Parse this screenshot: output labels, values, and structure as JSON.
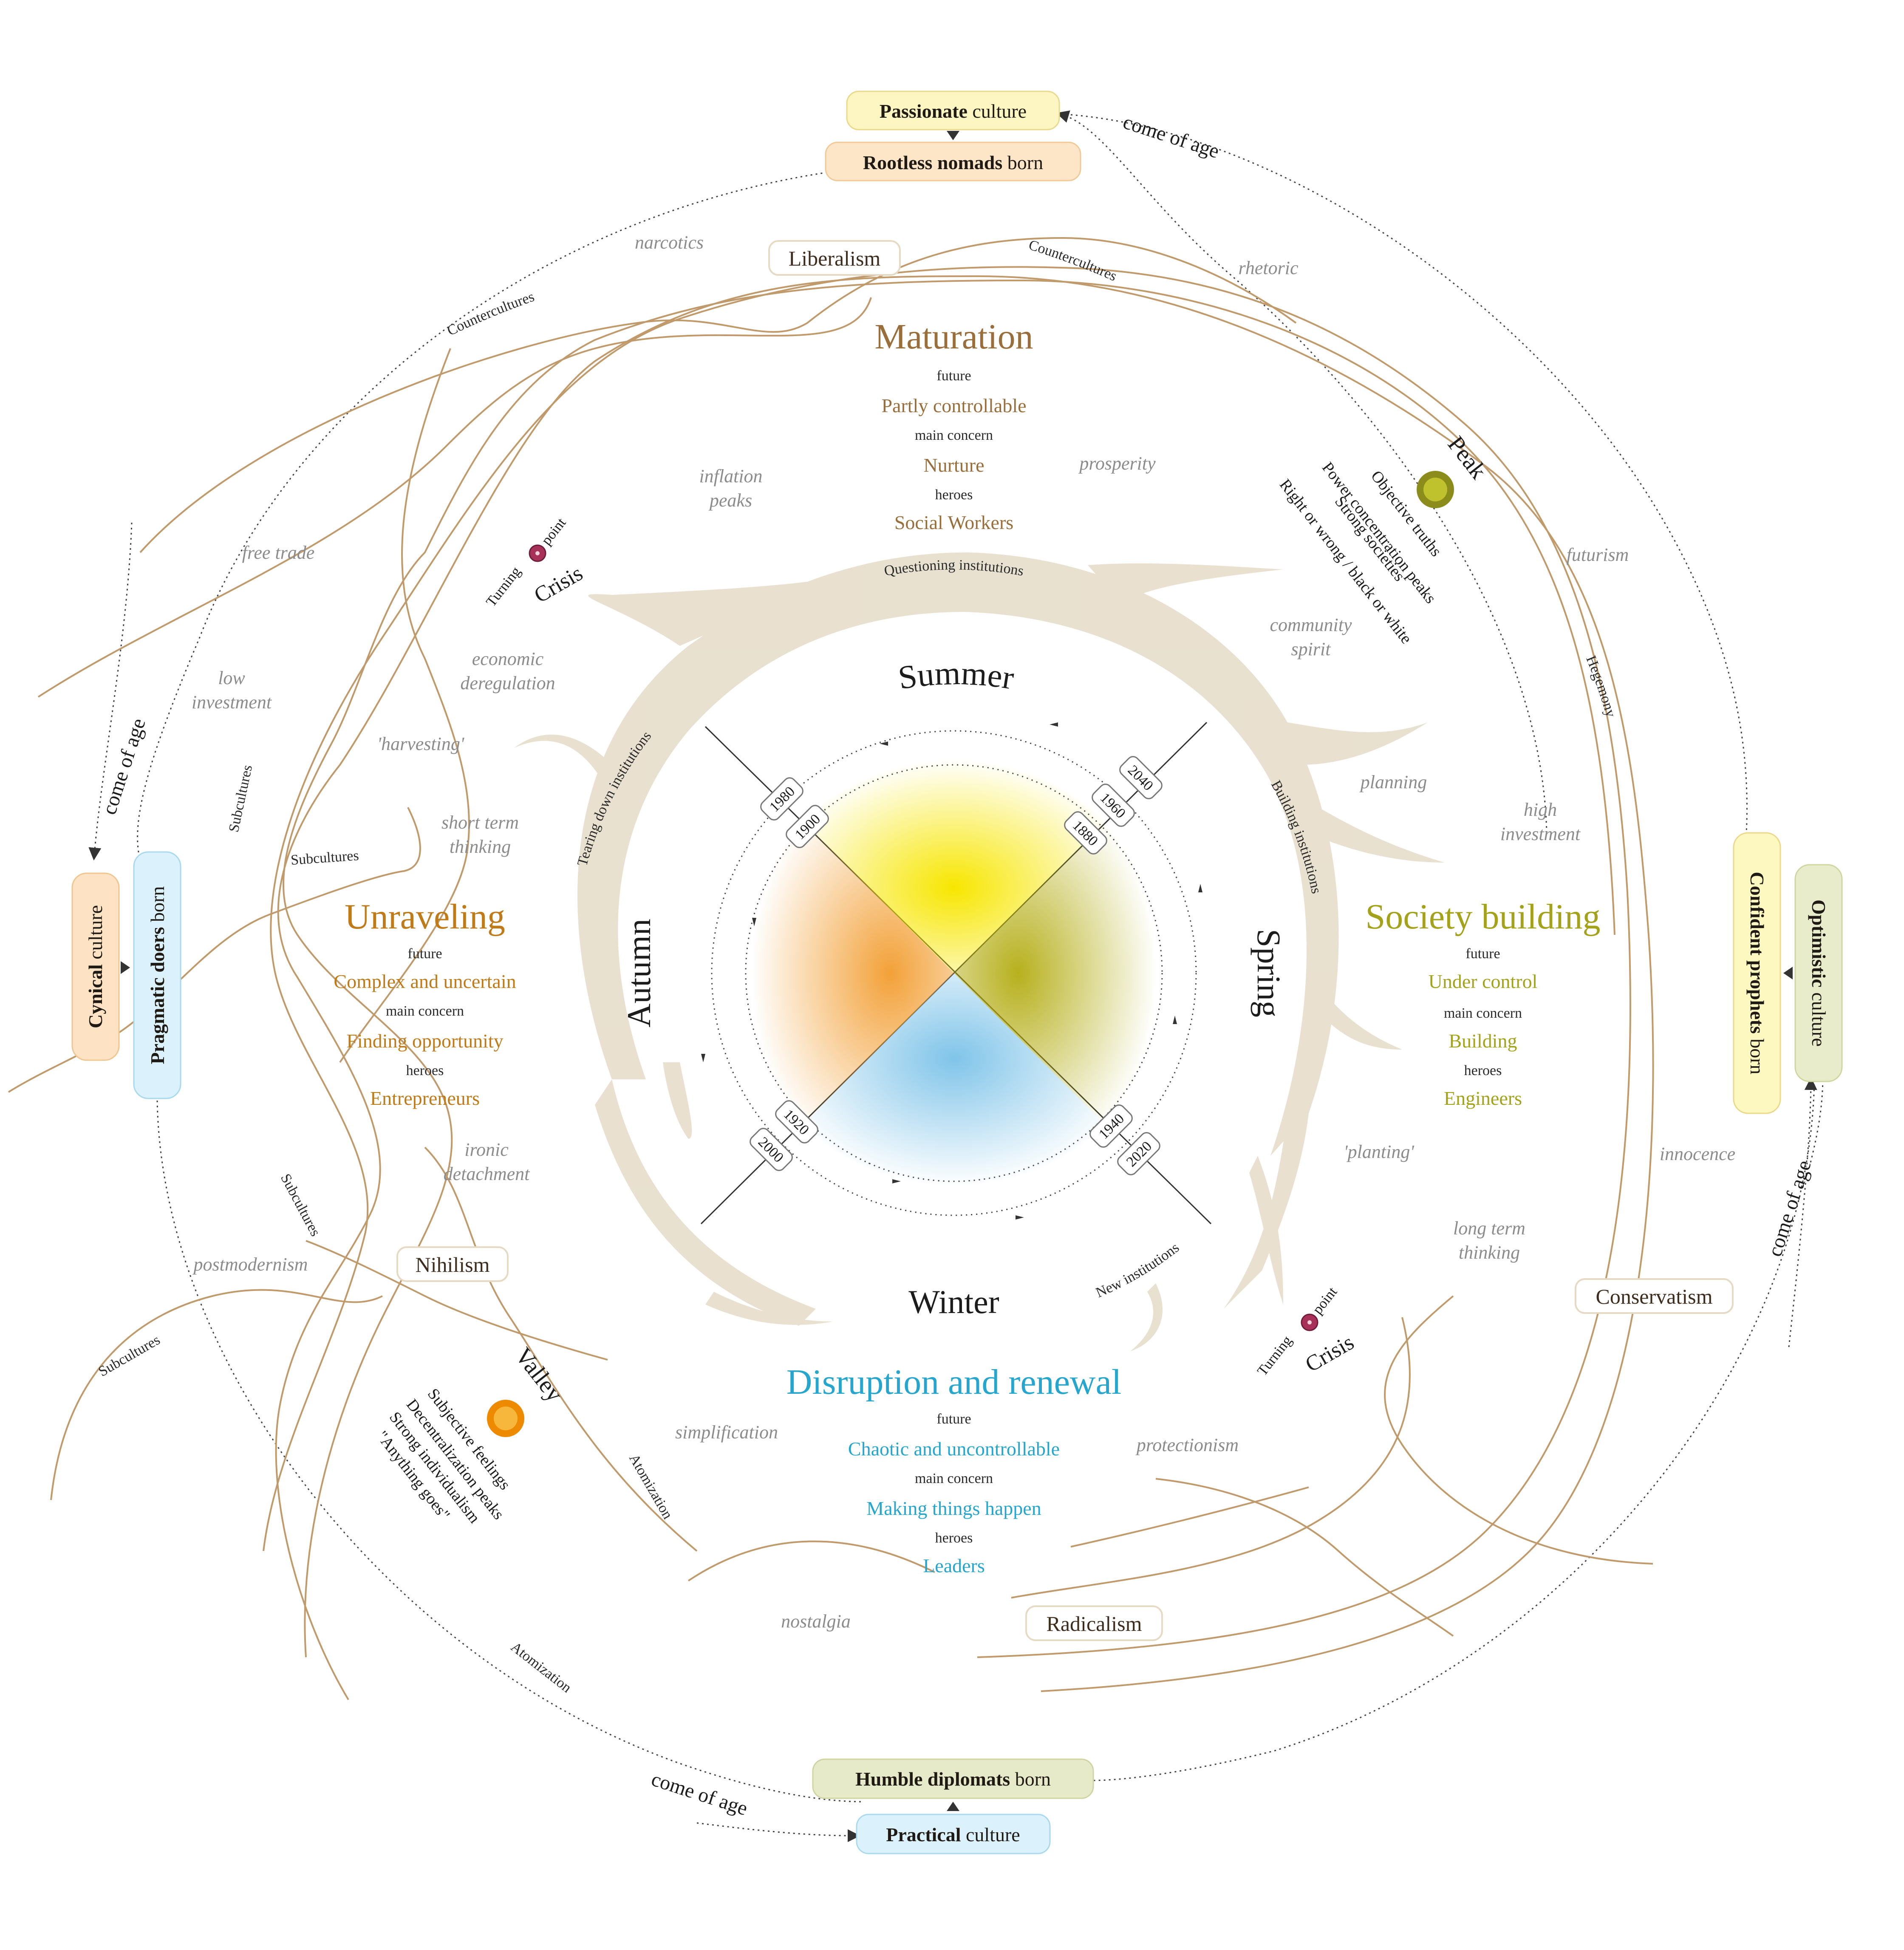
{
  "colors": {
    "stream": "#c19a6b",
    "band": "#e9e0cf",
    "summer": "#f5e200",
    "autumn": "#f3a63e",
    "spring": "#b9b21c",
    "winter": "#7fc4e8",
    "maturation": "#9a6e3a",
    "unraveling": "#c07a18",
    "society": "#a3a21a",
    "disruption": "#26a6cf",
    "turning_point": "#a8315a",
    "peak": "#8c8c1c",
    "valley": "#ee8a00"
  },
  "generations": {
    "passionate": {
      "bold": "Passionate",
      "rest": " culture"
    },
    "rootless": {
      "bold": "Rootless nomads",
      "rest": " born"
    },
    "cynical": {
      "bold": "Cynical",
      "rest": " culture"
    },
    "pragmatic": {
      "bold": "Pragmatic doers",
      "rest": " born"
    },
    "confident": {
      "bold": "Confident prophets",
      "rest": " born"
    },
    "optimistic": {
      "bold": "Optimistic",
      "rest": " culture"
    },
    "humble": {
      "bold": "Humble diplomats",
      "rest": " born"
    },
    "practical": {
      "bold": "Practical",
      "rest": " culture"
    }
  },
  "come_of_age": "come of age",
  "ideologies": {
    "liberalism": "Liberalism",
    "nihilism": "Nihilism",
    "conservatism": "Conservatism",
    "radicalism": "Radicalism"
  },
  "seasons": {
    "summer": "Summer",
    "autumn": "Autumn",
    "spring": "Spring",
    "winter": "Winter"
  },
  "quadrants": {
    "maturation": {
      "title": "Maturation",
      "future_label": "future",
      "future": "Partly controllable",
      "concern_label": "main concern",
      "concern": "Nurture",
      "heroes_label": "heroes",
      "heroes": "Social Workers"
    },
    "unraveling": {
      "title": "Unraveling",
      "future_label": "future",
      "future": "Complex and uncertain",
      "concern_label": "main concern",
      "concern": "Finding opportunity",
      "heroes_label": "heroes",
      "heroes": "Entrepreneurs"
    },
    "society": {
      "title": "Society building",
      "future_label": "future",
      "future": "Under control",
      "concern_label": "main concern",
      "concern": "Building",
      "heroes_label": "heroes",
      "heroes": "Engineers"
    },
    "disruption": {
      "title": "Disruption and renewal",
      "future_label": "future",
      "future": "Chaotic and uncontrollable",
      "concern_label": "main concern",
      "concern": "Making things happen",
      "heroes_label": "heroes",
      "heroes": "Leaders"
    }
  },
  "institutions": {
    "questioning": "Questioning institutions",
    "tearing": "Tearing down institutions",
    "building": "Building institutions",
    "new": "New institutions"
  },
  "streams": {
    "countercultures_left": "Countercultures",
    "countercultures_top": "Countercultures",
    "subcultures_1": "Subcultures",
    "subcultures_2": "Subcultures",
    "subcultures_3": "Subcultures",
    "subcultures_4": "Subcultures",
    "hegemony": "Hegemony",
    "atomization_1": "Atomization",
    "atomization_2": "Atomization"
  },
  "trends": {
    "narcotics": "narcotics",
    "rhetoric": "rhetoric",
    "prosperity": "prosperity",
    "inflation_1": "inflation",
    "inflation_2": "peaks",
    "free_trade": "free trade",
    "low_1": "low",
    "low_2": "investment",
    "econ_1": "economic",
    "econ_2": "deregulation",
    "harvesting": "'harvesting'",
    "short_1": "short term",
    "short_2": "thinking",
    "ironic_1": "ironic",
    "ironic_2": "detachment",
    "postmodernism": "postmodernism",
    "simplification": "simplification",
    "nostalgia": "nostalgia",
    "protectionism": "protectionism",
    "futurism": "futurism",
    "community_1": "community",
    "community_2": "spirit",
    "planning": "planning",
    "high_1": "high",
    "high_2": "investment",
    "planting": "'planting'",
    "innocence": "innocence",
    "longterm_1": "long term",
    "longterm_2": "thinking"
  },
  "turning_point": {
    "word1": "Turning",
    "word2": "point",
    "label": "Crisis"
  },
  "peak": {
    "title": "Peak",
    "lines": [
      "Objective truths",
      "Power concentration peaks",
      "Strong societies",
      "Right or wrong / black or white"
    ]
  },
  "valley": {
    "title": "Valley",
    "lines": [
      "Subjective feelings",
      "Decentralization peaks",
      "Strong individualism",
      "\"Anything goes\""
    ]
  },
  "years": {
    "outer_nw": "1980",
    "inner_nw": "1900",
    "outer_ne": "2040",
    "mid_ne": "1960",
    "inner_ne": "1880",
    "outer_sw": "2000",
    "inner_sw": "1920",
    "outer_se": "2020",
    "inner_se": "1940"
  }
}
